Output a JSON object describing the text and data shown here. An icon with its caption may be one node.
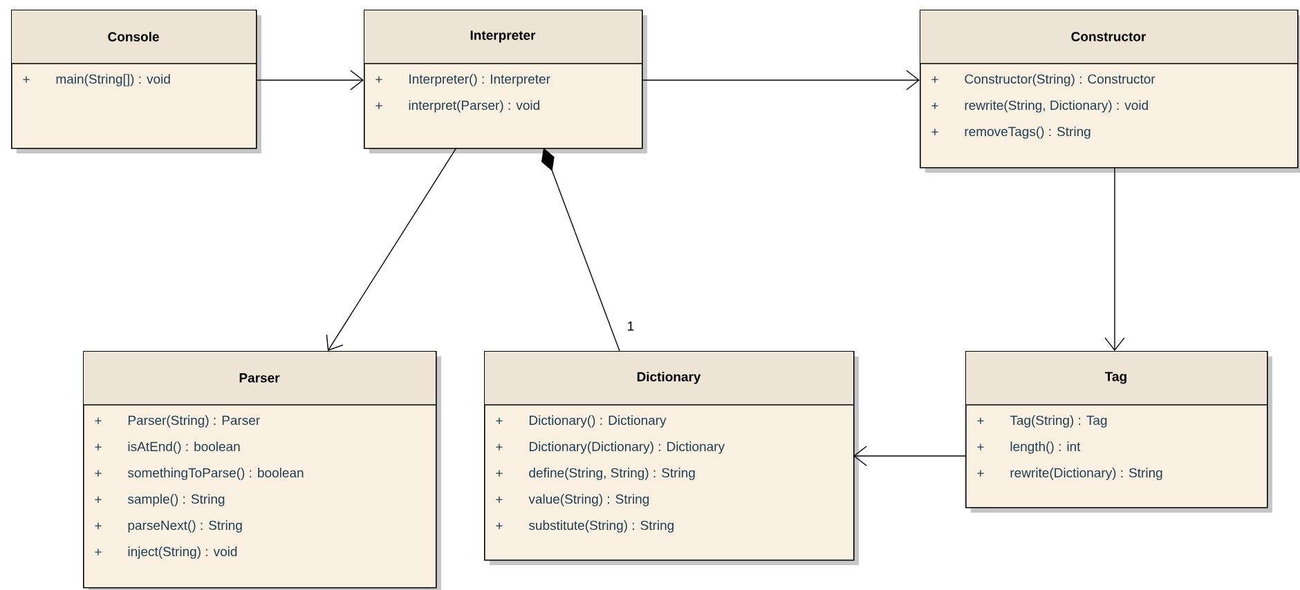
{
  "diagram": {
    "nodes": [
      {
        "text": [
          "Console",
          "+",
          "main(String[]) : void"
        ]
      },
      {
        "text": [
          "Interpreter",
          "+",
          "Interpreter() : Interpreter",
          "+",
          "interpret(Parser) : void"
        ]
      },
      {
        "text": [
          "Constructor",
          "+",
          "Constructor(String) : Constructor",
          "+",
          "rewrite(String, Dictionary) : void",
          "+",
          "removeTags() : String"
        ]
      },
      {
        "text": [
          "Parser",
          "+",
          "Parser(String) : Parser",
          "+",
          "isAtEnd() : boolean",
          "+",
          "somethingToParse() : boolean",
          "+",
          "sample() : String",
          "+",
          "parseNext() : String",
          "+",
          "inject(String) : void"
        ]
      },
      {
        "text": [
          "Dictionary",
          "+",
          "Dictionary() : Dictionary",
          "+",
          "Dictionary(Dictionary) : Dictionary",
          "+",
          "define(String, String) : String",
          "+",
          "value(String) : String",
          "+",
          "substitute(String) : String"
        ]
      },
      {
        "text": [
          "Tag",
          "+",
          "Tag(String) : Tag",
          "+",
          "length() : int",
          "+",
          "rewrite(Dictionary) : String"
        ]
      }
    ],
    "edges": [
      {
        "from": 0,
        "to": 1,
        "arrow": "to"
      },
      {
        "from": 1,
        "to": 2,
        "arrow": "to"
      },
      {
        "from": 1,
        "to": 3,
        "arrow": "to"
      },
      {
        "from": 4,
        "to": 1,
        "arrow": "other",
        "label": "1"
      },
      {
        "from": 2,
        "to": 5,
        "arrow": "to"
      },
      {
        "from": 5,
        "to": 4,
        "arrow": "to"
      }
    ]
  }
}
